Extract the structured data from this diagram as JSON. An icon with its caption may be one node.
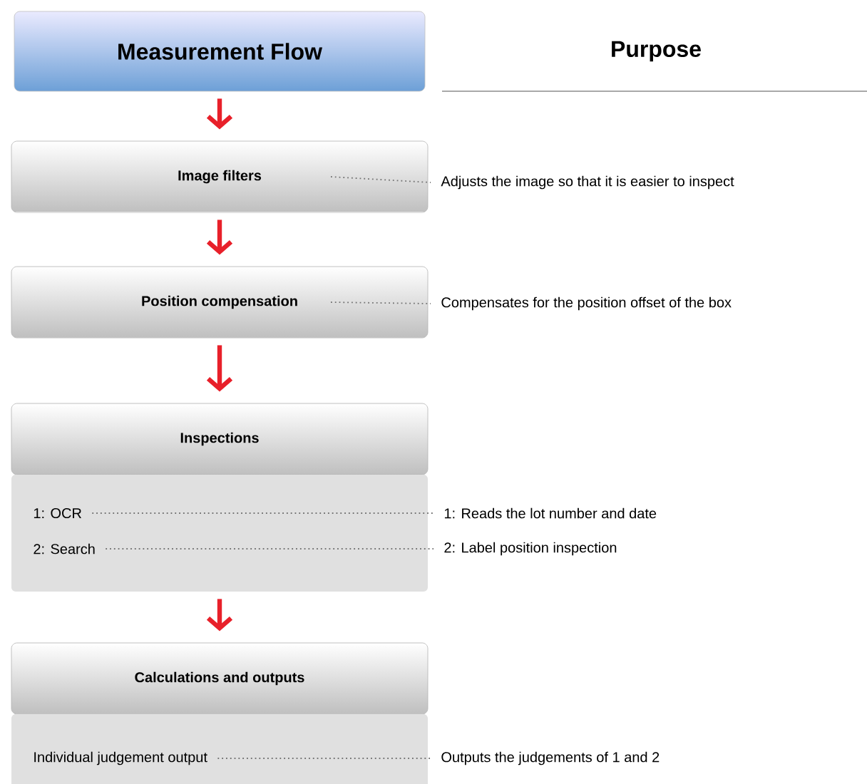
{
  "diagram": {
    "nodes": [
      {
        "text": [
          "Measurement Flow"
        ]
      },
      {
        "text": [
          "Image filters"
        ]
      },
      {
        "text": [
          "Adjusts the image so that it is easier to inspect"
        ]
      },
      {
        "text": [
          "Position compensation"
        ]
      },
      {
        "text": [
          "Compensates for the position offset of the box"
        ]
      },
      {
        "text": [
          "Inspections"
        ]
      },
      {
        "text": [],
        "shape": "box"
      },
      {
        "text": [
          "1: OCR"
        ],
        "in": 6
      },
      {
        "text": [
          "2: Search"
        ],
        "in": 6
      },
      {
        "text": [
          "1:  Reads the lot number and date"
        ]
      },
      {
        "text": [
          "2:  Label position inspection"
        ]
      },
      {
        "text": [
          "Calculations and outputs"
        ]
      },
      {
        "text": [],
        "shape": "box"
      },
      {
        "text": [
          "Individual judgement output"
        ],
        "in": 12
      },
      {
        "text": [
          "Outputs the judgements of 1 and 2"
        ]
      }
    ],
    "edges": [
      {
        "from": 0,
        "to": 1,
        "arrow": "to",
        "style": "thick",
        "color": "#e8202a"
      },
      {
        "from": 1,
        "to": 3,
        "arrow": "to",
        "style": "thick",
        "color": "#e8202a"
      },
      {
        "from": 3,
        "to": 5,
        "arrow": "to",
        "style": "thick",
        "color": "#e8202a"
      },
      {
        "from": 6,
        "to": 11,
        "arrow": "to",
        "style": "thick",
        "color": "#e8202a"
      },
      {
        "from": 1,
        "to": 2,
        "arrow": "none",
        "style": "dashed"
      },
      {
        "from": 3,
        "to": 4,
        "arrow": "none",
        "style": "dashed"
      },
      {
        "from": 7,
        "to": 9,
        "arrow": "none",
        "style": "dashed"
      },
      {
        "from": 8,
        "to": 10,
        "arrow": "none",
        "style": "dashed"
      },
      {
        "from": 13,
        "to": 14,
        "arrow": "none",
        "style": "dashed"
      }
    ],
    "labels": [
      "Purpose"
    ]
  }
}
